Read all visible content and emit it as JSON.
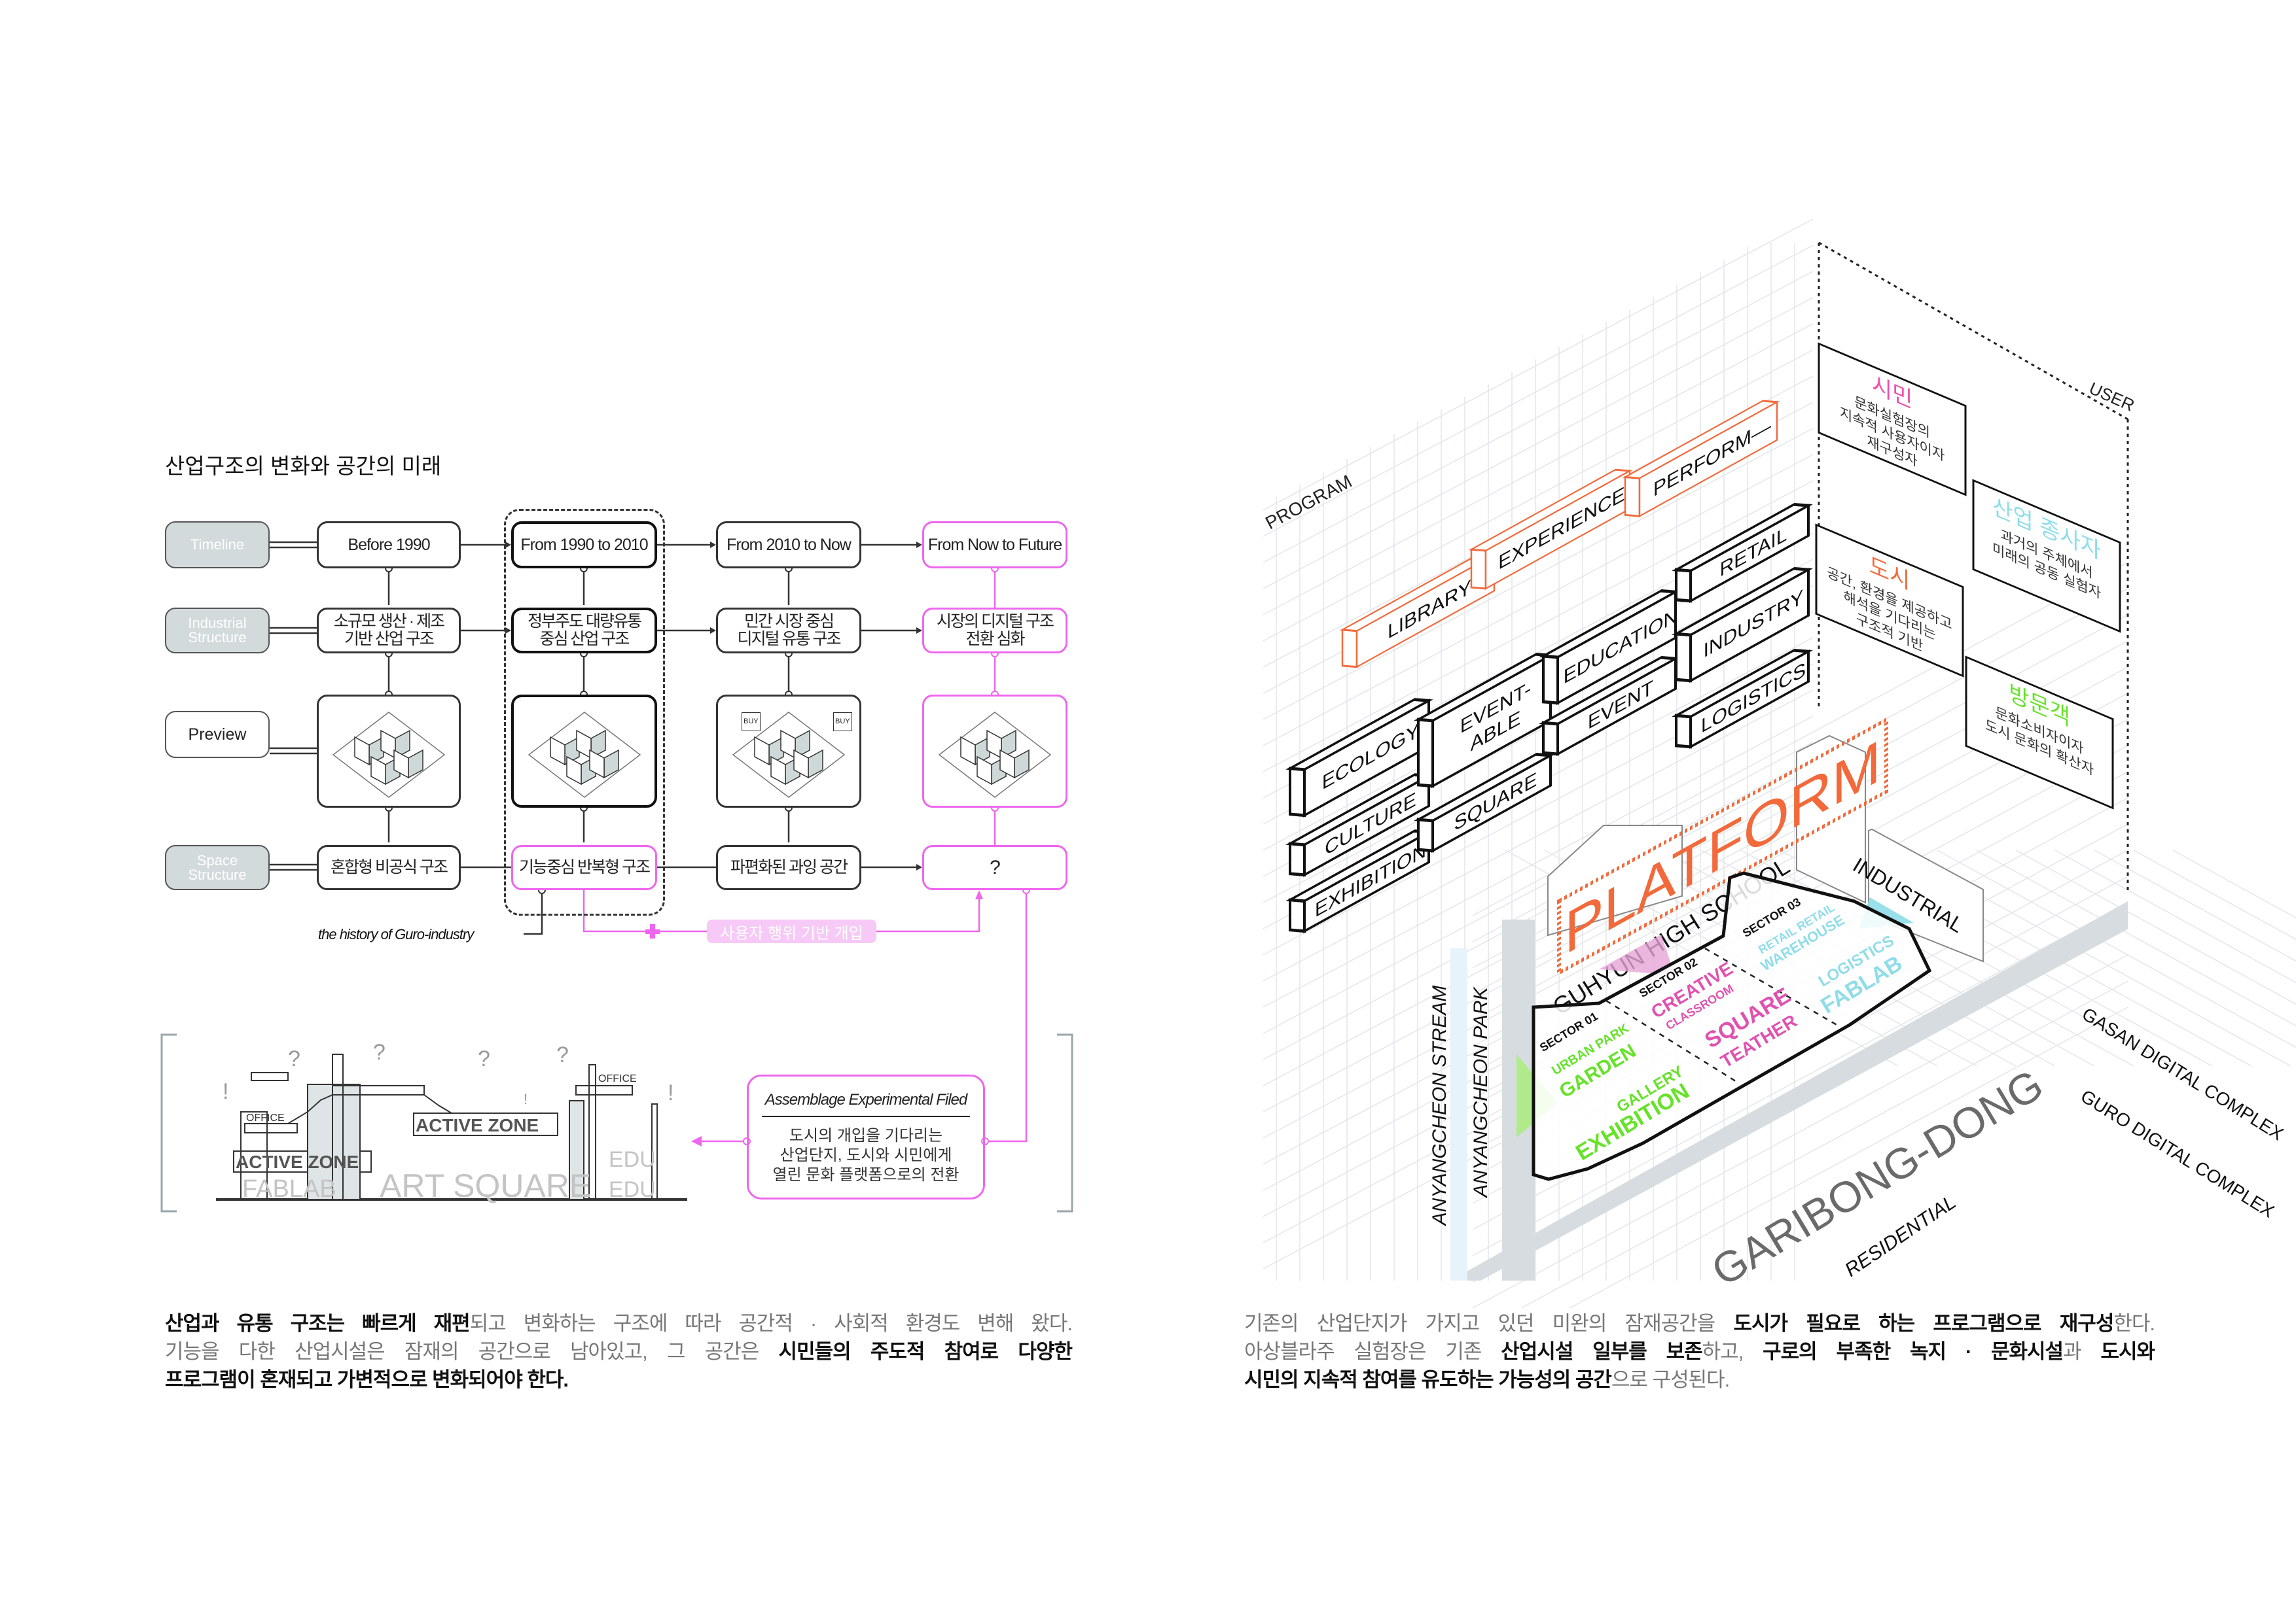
{
  "left": {
    "title": "산업구조의 변화와 공간의 미래",
    "row_labels": [
      "Timeline",
      "Industrial Structure",
      "Preview",
      "Space Structure"
    ],
    "timeline": [
      "Before 1990",
      "From 1990 to 2010",
      "From 2010 to Now",
      "From Now to Future"
    ],
    "industrial": [
      "소규모 생산 · 제조\n기반 산업 구조",
      "정부주도 대량유통\n중심 산업 구조",
      "민간 시장 중심\n디지털 유통 구조",
      "시장의 디지털 구조\n전환 심화"
    ],
    "space": [
      "혼합형 비공식 구조",
      "기능중심 반복형 구조",
      "파편화된 과잉 공간",
      "?"
    ],
    "buy_tag": "BUY",
    "history_caption": "the history of Guro-industry",
    "intervention_label": "사용자 행위 기반 개입",
    "assemblage_title": "Assemblage Experimental Filed",
    "assemblage_body": "도시의 개입을 기다리는\n산업단지, 도시와 시민에게\n열린 문화 플랫폼으로의 전환",
    "section_labels": {
      "office": "OFFICE",
      "active_zone": "ACTIVE ZONE",
      "fablab": "FABLAB",
      "art_square": "ART SQUARE",
      "edu": "EDU",
      "question": "?",
      "exclaim": "!"
    }
  },
  "left_paragraph": {
    "lines": [
      [
        {
          "t": "산업과 유통 구조는 빠르게 재편",
          "s": "b"
        },
        {
          "t": "되고 변화하는 구조에 따라 공간적 · 사회적 환경도 변해 왔다.",
          "s": "g"
        }
      ],
      [
        {
          "t": "기능을 다한 산업시설은 잠재의 공간으로 남아있고, 그 공간은 ",
          "s": "g"
        },
        {
          "t": "시민들의 주도적 참여로 다양한",
          "s": "b"
        }
      ],
      [
        {
          "t": "프로그램이 혼재되고 가변적으로 변화되어야 한다.",
          "s": "b"
        }
      ]
    ]
  },
  "right_paragraph": {
    "lines": [
      [
        {
          "t": "기존의 산업단지가 가지고 있던 미완의 잠재공간을 ",
          "s": "g"
        },
        {
          "t": "도시가 필요로 하는 프로그램으로 재구성",
          "s": "b"
        },
        {
          "t": "한다.",
          "s": "g"
        }
      ],
      [
        {
          "t": "아상블라주 실험장은 기존 ",
          "s": "g"
        },
        {
          "t": "산업시설 일부를 보존",
          "s": "b"
        },
        {
          "t": "하고, ",
          "s": "g"
        },
        {
          "t": "구로의 부족한 녹지 · 문화시설",
          "s": "b"
        },
        {
          "t": "과 ",
          "s": "g"
        },
        {
          "t": "도시와",
          "s": "b"
        }
      ],
      [
        {
          "t": "시민의 지속적 참여를 유도하는 가능성의 공간",
          "s": "b"
        },
        {
          "t": "으로 구성된다.",
          "s": "g"
        }
      ]
    ]
  },
  "right": {
    "program_label": "PROGRAM",
    "user_label": "USER",
    "programs_orange": [
      "LIBRARY",
      "EXPERIENCE",
      "PERFORM—"
    ],
    "programs": [
      "ECOLOGY",
      "CULTURE",
      "EXHIBITION",
      "EVENT-",
      "ABLE",
      "SQUARE",
      "EDUCATION",
      "EVENT",
      "RETAIL",
      "INDUSTRY",
      "LOGISTICS"
    ],
    "users": [
      {
        "name": "시민",
        "desc": [
          "문화실험장의",
          "지속적 사용자이자",
          "재구성자"
        ],
        "color": "#ee4fa8"
      },
      {
        "name": "산업 종사자",
        "desc": [
          "과거의 주체에서",
          "미래의 공동 실험자"
        ],
        "color": "#8fdde8"
      },
      {
        "name": "도시",
        "desc": [
          "공간, 환경을 제공하고",
          "해석을 기다리는",
          "구조적 기반"
        ],
        "color": "#f26a3b"
      },
      {
        "name": "방문객",
        "desc": [
          "문화소비자이자",
          "도시 문화의 확산자"
        ],
        "color": "#66e22a"
      }
    ],
    "platform": "PLATFORM",
    "school": "GUHYUN HIGH SCHOOL",
    "industrial": "INDUSTRIAL",
    "stream": "ANYANGCHEON STREAM",
    "park": "ANYANGCHEON PARK",
    "district": "GARIBONG-DONG",
    "gasan": "GASAN DIGITAL COMPLEX",
    "guro": "GURO DIGITAL COMPLEX",
    "residential": "RESIDENTIAL",
    "sectors": {
      "s1": "SECTOR 01",
      "s1a": "URBAN PARK",
      "s1b": "GARDEN",
      "s1c": "GALLERY",
      "s1d": "EXHIBITION",
      "s2": "SECTOR 02",
      "s2a": "CREATIVE",
      "s2b": "CLASSROOM",
      "s2c": "SQUARE",
      "s2d": "TEATHER",
      "s3": "SECTOR 03",
      "s3a": "RETAIL RETAIL",
      "s3b": "WAREHOUSE",
      "s3c": "LOGISTICS",
      "s3d": "FABLAB"
    }
  },
  "colors": {
    "orange": "#f26a3b",
    "pink": "#ee66ee",
    "magenta": "#e052b0",
    "green": "#66e22a",
    "cyan": "#8fdde8",
    "gray": "#d3dadc"
  }
}
